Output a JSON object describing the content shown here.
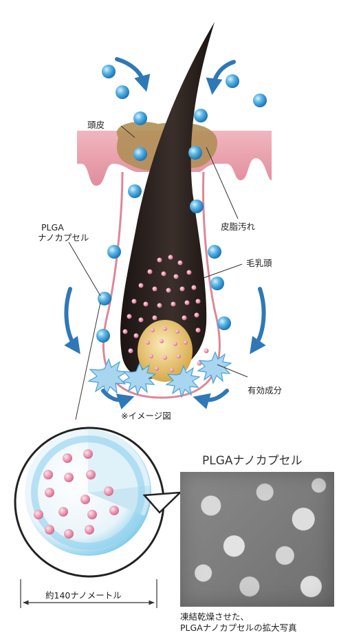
{
  "labels": {
    "scalp": "頭皮",
    "sebum": "皮脂汚れ",
    "plga_line1": "PLGA",
    "plga_line2": "ナノカプセル",
    "papilla": "毛乳頭",
    "active": "有効成分",
    "image_note": "※イメージ図",
    "scale": "約140ナノメートル",
    "photo_title": "PLGAナノカプセル",
    "caption_line1": "凍結乾燥させた、",
    "caption_line2": "PLGAナノカプセルの拡大写真"
  },
  "colors": {
    "skin": "#e39aa6",
    "sebum": "#b08f56",
    "hair": "#2a2220",
    "capsule_blue": "#3aa0d8",
    "arrow_blue": "#2f78b7",
    "pink_dot": "#e58aa6",
    "papilla": "#e3c47a"
  }
}
